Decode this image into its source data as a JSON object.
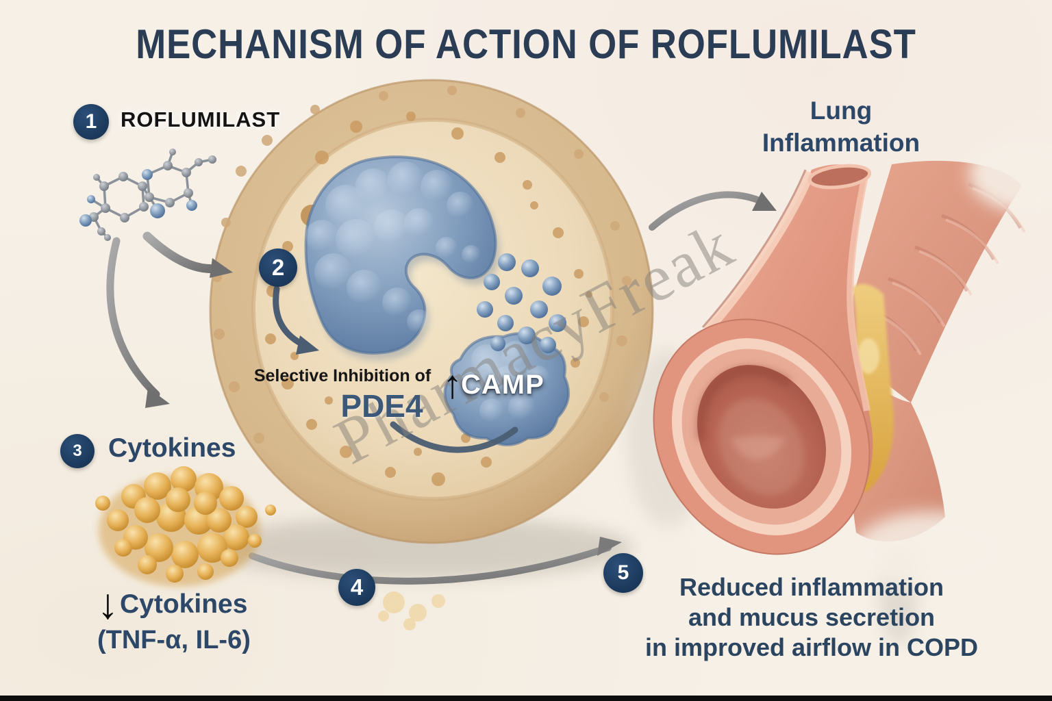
{
  "title": "MECHANISM OF ACTION OF ROFLUMILAST",
  "watermark": "PharmacyFreak",
  "colors": {
    "background": "#f6f0e7",
    "badge_navy": "#1d3b5e",
    "heading_navy": "#2b3d55",
    "body_navy": "#2c4767",
    "black_text": "#141414",
    "pde4_blue": "#3c5878",
    "camp_white": "#ffffff",
    "cell_membrane_tan": "#d9bd94",
    "cytoplasm_tan": "#ecd9b8",
    "enzyme_blue": "#7e9abb",
    "cytokine_gold": "#e6b254",
    "bronchus_pink": "#e49a85",
    "mucus_yellow": "#d9a33e",
    "arrow_gray": "#8a8a8a"
  },
  "steps": [
    {
      "num": "1",
      "label": "ROFLUMILAST"
    },
    {
      "num": "2"
    },
    {
      "num": "3",
      "label": "Cytokines"
    },
    {
      "num": "4"
    },
    {
      "num": "5"
    }
  ],
  "annotations": {
    "selective_inhibition": "Selective Inhibition of",
    "pde4": "PDE4",
    "camp_up_arrow": "↑",
    "camp": "CAMP",
    "cytokines_down_arrow": "↓",
    "cytokines_decreased": "Cytokines",
    "cytokines_types": "(TNF-α, IL-6)",
    "lung_label_line1": "Lung",
    "lung_label_line2": "Inflammation",
    "outcome_line1": "Reduced inflammation",
    "outcome_line2": "and mucus secretion",
    "outcome_line3": "in improved airflow in COPD"
  }
}
